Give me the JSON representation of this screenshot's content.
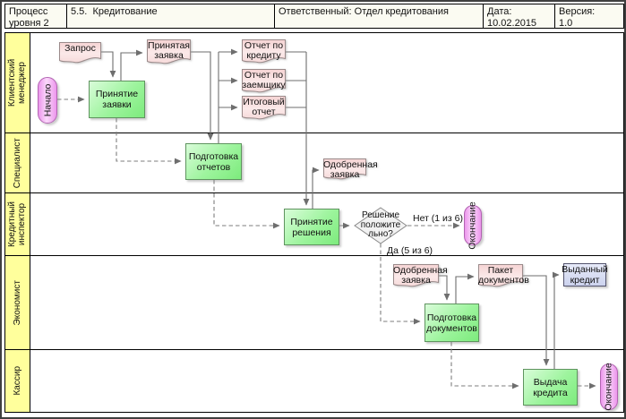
{
  "header": {
    "cell1_line1": "Процесс",
    "cell1_line2": "уровня 2",
    "title": "5.5.  Кредитование",
    "responsible": "Ответственный: Отдел кредитования",
    "date_label": "Дата:",
    "date_value": "10.02.2015",
    "version_label": "Версия:",
    "version_value": "1.0"
  },
  "lanes": {
    "lane1": "Клиентский менеджер",
    "lane2": "Специалист",
    "lane3": "Кредитный инспектор",
    "lane4": "Экономист",
    "lane5": "Кассир"
  },
  "events": {
    "start": "Начало",
    "end_inspector": "Окончание",
    "end_cashier": "Окончание"
  },
  "tasks": {
    "accept_request": "Принятие заявки",
    "prepare_reports": "Подготовка отчетов",
    "make_decision": "Принятие решения",
    "prepare_documents": "Подготовка документов",
    "issue_credit": "Выдача кредита"
  },
  "documents": {
    "request": "Запрос",
    "accepted_request": "Принятая заявка",
    "credit_report": "Отчет по кредиту",
    "borrower_report": "Отчет по заемщику",
    "final_report": "Итоговый отчет",
    "approved_request_specialist": "Одобренная заявка",
    "approved_request_economist": "Одобренная заявка",
    "documents_package": "Пакет документов"
  },
  "objects": {
    "issued_credit": "Выданный кредит"
  },
  "decision": {
    "line1": "Решение",
    "line2": "положите",
    "line3": "льно?"
  },
  "edge_labels": {
    "no": "Нет (1 из 6)",
    "yes": "Да (5 из 6)"
  },
  "colors": {
    "task_fill": "#9df49d",
    "document_fill": "#f8dada",
    "event_fill": "#ec96ec",
    "lane_fill": "#ffff9c",
    "credit_fill": "#ccd3ee",
    "line": "#6e6e6e"
  }
}
